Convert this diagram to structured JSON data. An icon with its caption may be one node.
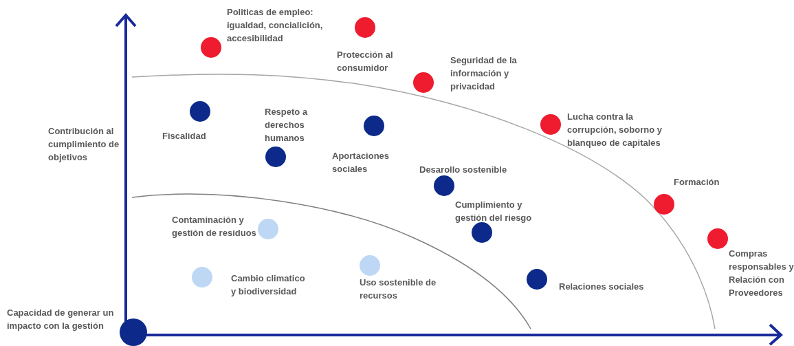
{
  "diagram": {
    "nodes": [
      {
        "text": [],
        "shape": "circle",
        "beside": [
          "Politicas de empleo: igualdad, concialición, accesibilidad"
        ]
      },
      {
        "text": [],
        "shape": "circle",
        "beside": [
          "Protección al consumidor"
        ]
      },
      {
        "text": [],
        "shape": "circle",
        "beside": [
          "Seguridad de la información y privacidad"
        ]
      },
      {
        "text": [],
        "shape": "circle",
        "beside": [
          "Fiscalidad"
        ]
      },
      {
        "text": [],
        "shape": "circle",
        "beside": [
          "Respeto a derechos humanos"
        ]
      },
      {
        "text": [],
        "shape": "circle",
        "beside": [
          "Aportaciones sociales"
        ]
      },
      {
        "text": [],
        "shape": "circle",
        "beside": [
          "Lucha contra la corrupción, soborno y blanqueo de capitales"
        ]
      },
      {
        "text": [],
        "shape": "circle",
        "beside": [
          "Desarollo sostenible"
        ]
      },
      {
        "text": [],
        "shape": "circle",
        "beside": [
          "Formación"
        ]
      },
      {
        "text": [],
        "shape": "circle",
        "beside": [
          "Cumplimiento y gestión del riesgo"
        ]
      },
      {
        "text": [],
        "shape": "circle",
        "beside": [
          "Compras responsables y Relación con Proveedores"
        ]
      },
      {
        "text": [],
        "shape": "circle",
        "beside": [
          "Contaminación y gestión de residuos"
        ]
      },
      {
        "text": [],
        "shape": "circle",
        "beside": [
          "Cambio climatico y biodiversidad"
        ]
      },
      {
        "text": [],
        "shape": "circle",
        "beside": [
          "Uso sostenible de recursos"
        ]
      },
      {
        "text": [],
        "shape": "circle",
        "beside": [
          "Relaciones sociales"
        ]
      },
      {
        "text": [],
        "shape": "circle"
      }
    ],
    "edges": [],
    "labels": [
      "Contribución al cumplimiento de objetivos",
      "Capacidad de generar un impacto con la gestión"
    ]
  }
}
